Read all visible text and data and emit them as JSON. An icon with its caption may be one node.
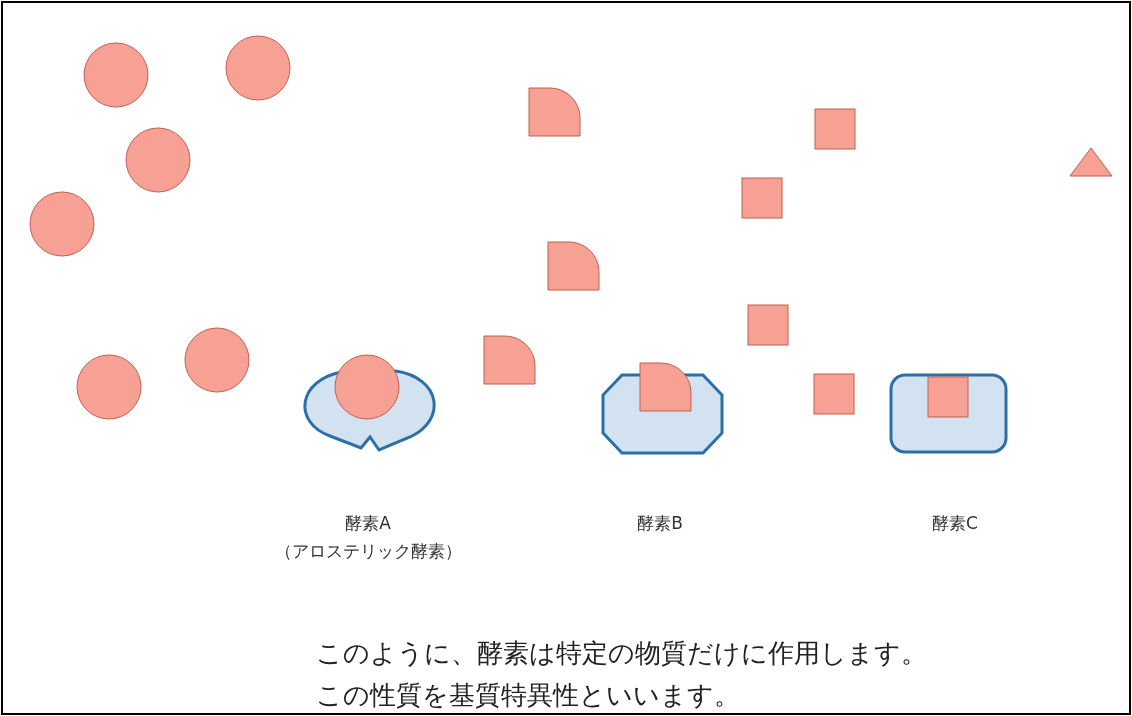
{
  "diagram": {
    "caption": "このように、酵素は特定の物質だけに作用します。この性質を基質特異性といいます。",
    "labels": [
      "酵素A",
      "（アロステリック酵素）",
      "酵素B",
      "酵素C"
    ]
  }
}
